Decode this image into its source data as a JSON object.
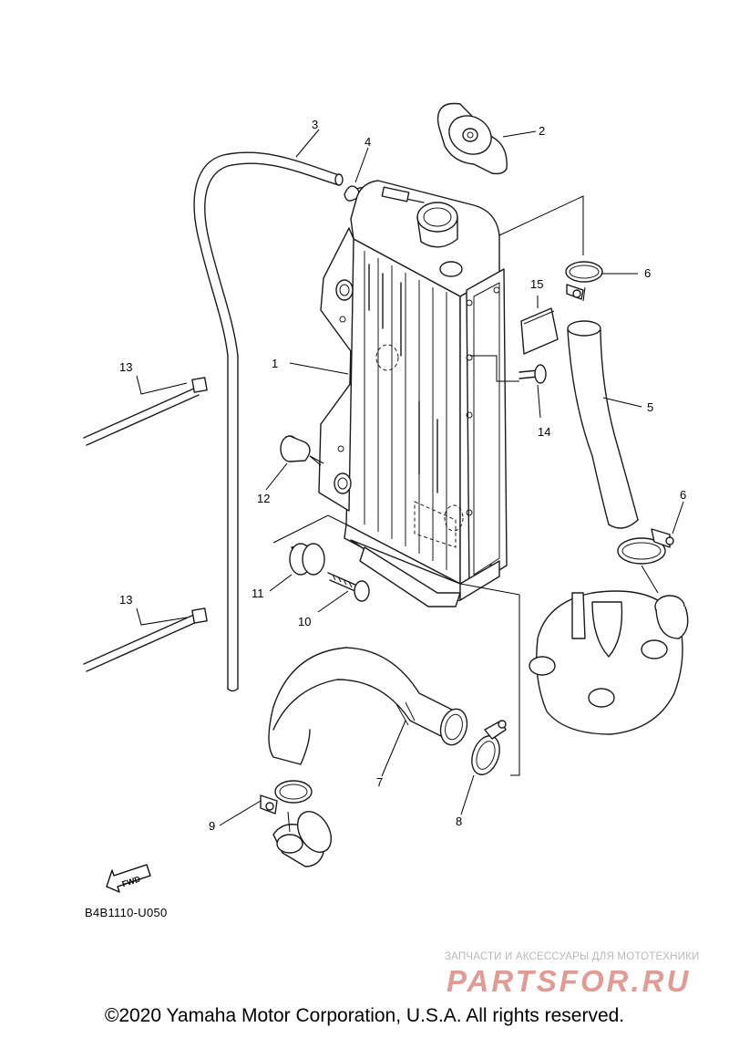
{
  "callouts": [
    {
      "id": "1",
      "label": "1"
    },
    {
      "id": "2",
      "label": "2"
    },
    {
      "id": "3",
      "label": "3"
    },
    {
      "id": "4",
      "label": "4"
    },
    {
      "id": "5",
      "label": "5"
    },
    {
      "id": "6a",
      "label": "6"
    },
    {
      "id": "6b",
      "label": "6"
    },
    {
      "id": "7",
      "label": "7"
    },
    {
      "id": "8",
      "label": "8"
    },
    {
      "id": "9",
      "label": "9"
    },
    {
      "id": "10",
      "label": "10"
    },
    {
      "id": "11",
      "label": "11"
    },
    {
      "id": "12",
      "label": "12"
    },
    {
      "id": "13a",
      "label": "13"
    },
    {
      "id": "13b",
      "label": "13"
    },
    {
      "id": "14",
      "label": "14"
    },
    {
      "id": "15",
      "label": "15"
    }
  ],
  "fwd_label": "FWD",
  "drawing_code": "B4B1110-U050",
  "watermark": {
    "tagline": "ЗАПЧАСТИ И АКСЕССУАРЫ ДЛЯ МОТОТЕХНИКИ",
    "logo": "PARTSFOR.RU",
    "color": "#c0392b"
  },
  "copyright": "©2020 Yamaha Motor Corporation, U.S.A. All rights reserved."
}
